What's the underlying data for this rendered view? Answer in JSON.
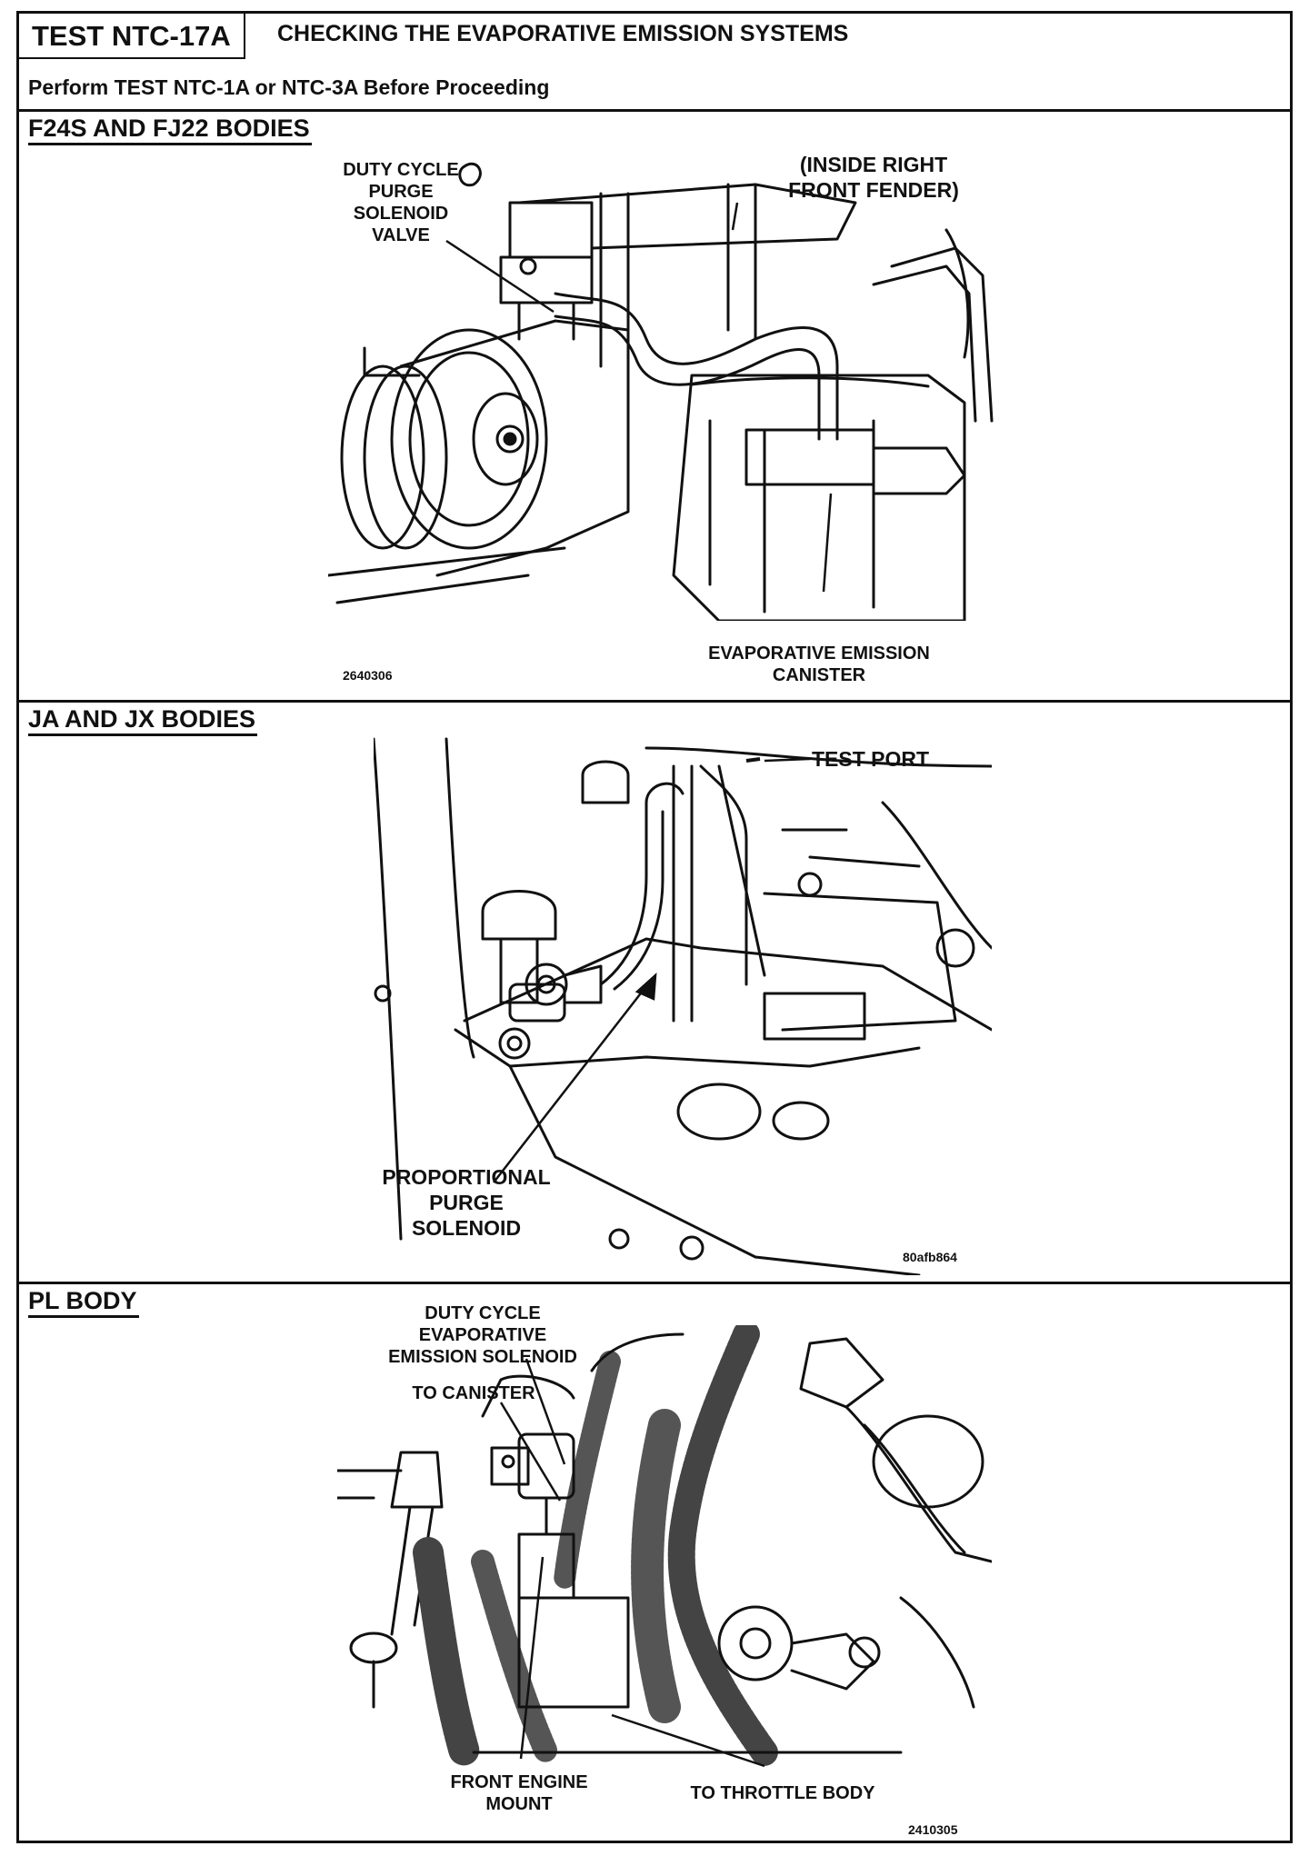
{
  "header": {
    "test_id": "TEST NTC-17A",
    "title": "CHECKING THE EVAPORATIVE EMISSION SYSTEMS",
    "prerequisite": "Perform TEST NTC-1A or NTC-3A Before Proceeding"
  },
  "sections": [
    {
      "title": "F24S AND FJ22 BODIES",
      "labels": {
        "solenoid_l1": "DUTY CYCLE",
        "solenoid_l2": "PURGE",
        "solenoid_l3": "SOLENOID",
        "solenoid_l4": "VALVE",
        "location_l1": "(INSIDE RIGHT",
        "location_l2": "FRONT FENDER)",
        "canister_l1": "EVAPORATIVE  EMISSION",
        "canister_l2": "CANISTER"
      },
      "figure_number": "2640306"
    },
    {
      "title": "JA AND JX BODIES",
      "labels": {
        "test_port": "TEST PORT",
        "solenoid_l1": "PROPORTIONAL",
        "solenoid_l2": "PURGE",
        "solenoid_l3": "SOLENOID"
      },
      "figure_number": "80afb864"
    },
    {
      "title": "PL BODY",
      "labels": {
        "solenoid_l1": "DUTY CYCLE",
        "solenoid_l2": "EVAPORATIVE",
        "solenoid_l3": "EMISSION SOLENOID",
        "to_canister": "TO CANISTER",
        "mount_l1": "FRONT ENGINE",
        "mount_l2": "MOUNT",
        "to_throttle": "TO THROTTLE BODY"
      },
      "figure_number": "2410305"
    }
  ]
}
